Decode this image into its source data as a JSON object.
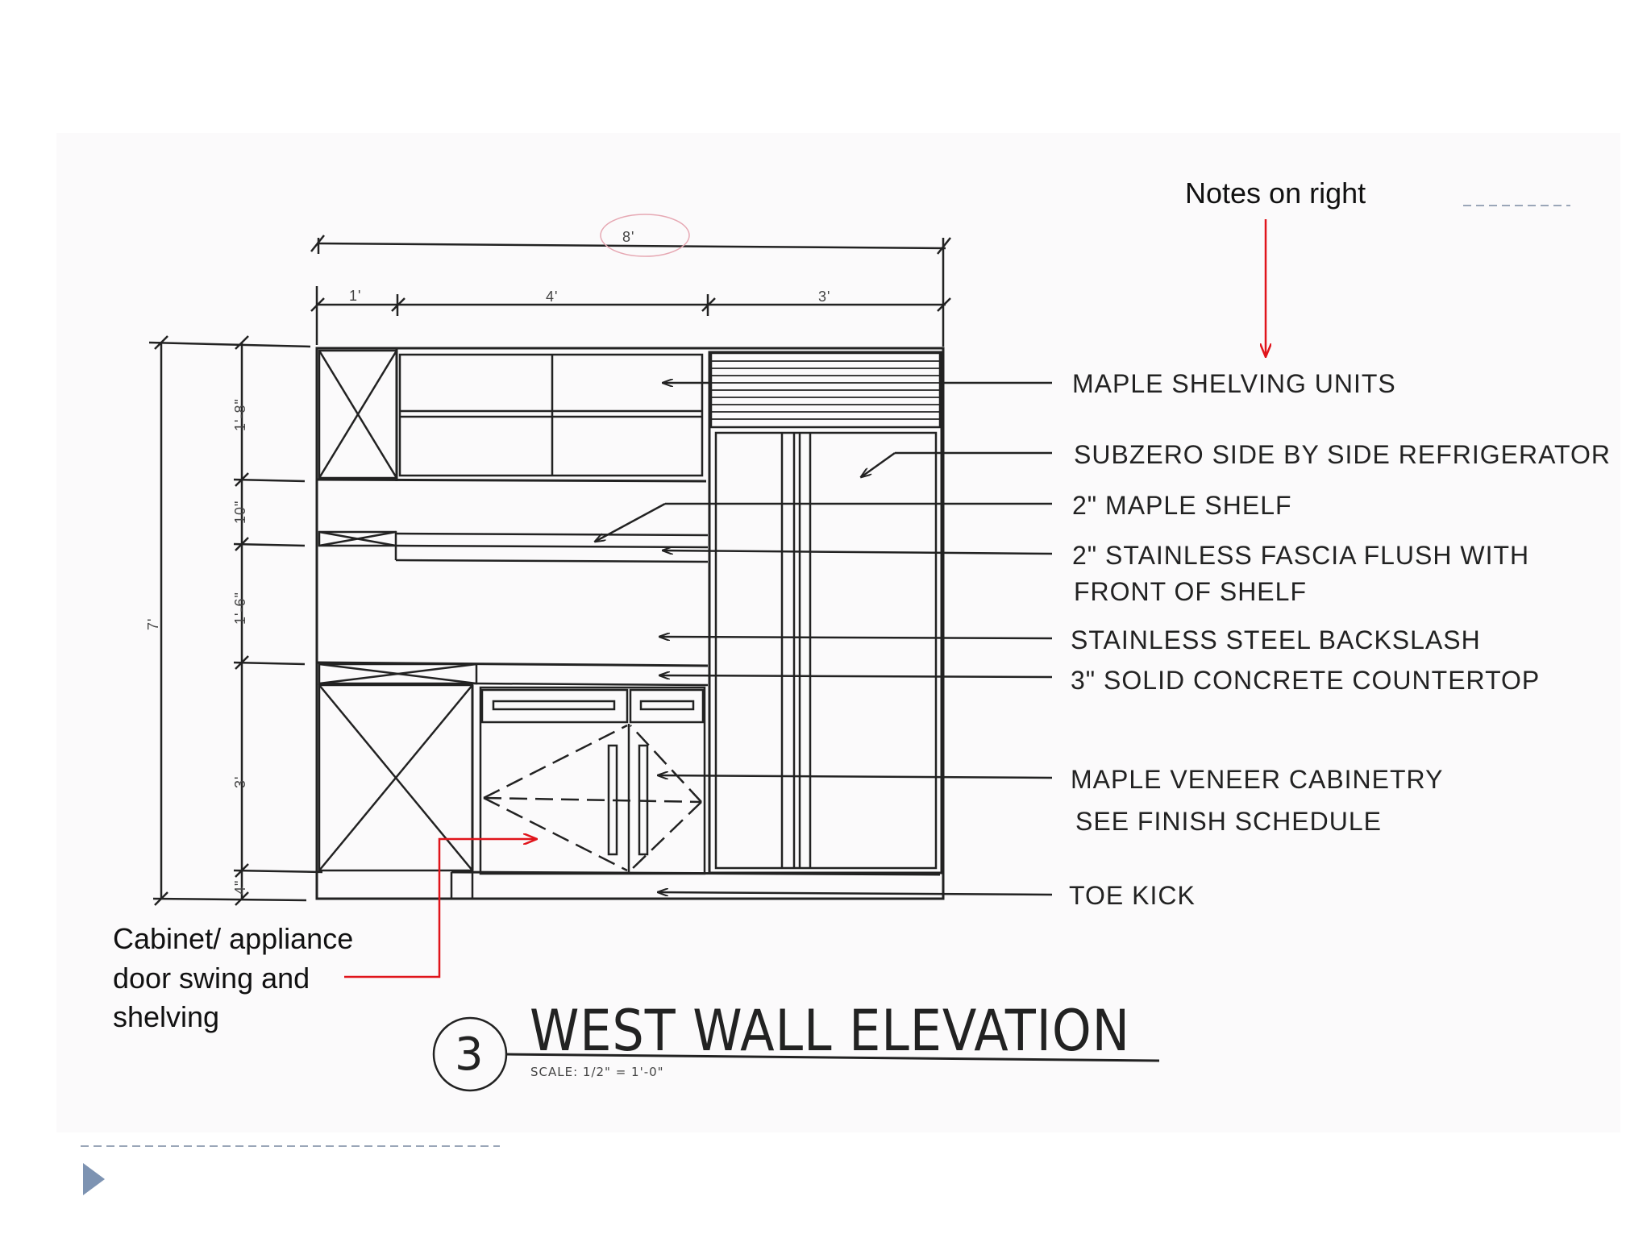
{
  "slide": {
    "annotation_top": "Notes on right",
    "annotation_left": [
      "Cabinet/ appliance",
      "door swing and",
      "shelving"
    ],
    "accent_color": "#e0141b",
    "nav_icon": "play-triangle-icon"
  },
  "drawing": {
    "title_number": "3",
    "title": "WEST WALL ELEVATION",
    "scale": "SCALE:  1/2\" = 1'-0\"",
    "dims_top": {
      "overall": "8'",
      "seg1": "1'",
      "seg2": "4'",
      "seg3": "3'"
    },
    "dims_left": {
      "overall": "7'",
      "d1": "1'-8\"",
      "d2": "10\"",
      "d3": "1'-6\"",
      "d4": "3'",
      "d5": "4\""
    },
    "notes": [
      "MAPLE SHELVING UNITS",
      "SUBZERO SIDE BY SIDE REFRIGERATOR",
      "2\" MAPLE SHELF",
      "2\" STAINLESS FASCIA FLUSH WITH",
      "FRONT OF SHELF",
      "STAINLESS STEEL BACKSLASH",
      "3\" SOLID CONCRETE COUNTERTOP",
      "MAPLE VENEER CABINETRY",
      "SEE FINISH SCHEDULE",
      "TOE KICK"
    ]
  }
}
